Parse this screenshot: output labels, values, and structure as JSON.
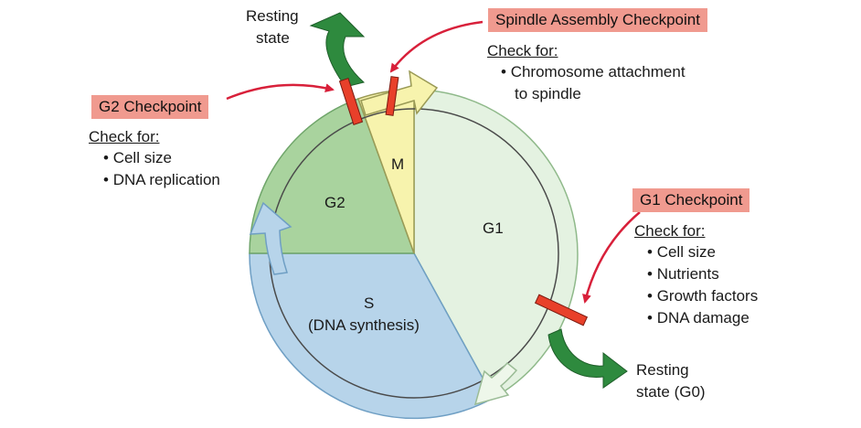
{
  "phases": {
    "m": "M",
    "g1": "G1",
    "g2": "G2",
    "s": "S",
    "s_sub": "(DNA synthesis)"
  },
  "resting_top": {
    "line1": "Resting",
    "line2": "state"
  },
  "resting_bottom": {
    "line1": "Resting",
    "line2": "state (G0)"
  },
  "g2_checkpoint": {
    "title": "G2 Checkpoint",
    "check_for": "Check for:",
    "items": [
      "Cell size",
      "DNA replication"
    ]
  },
  "spindle_checkpoint": {
    "title": "Spindle Assembly Checkpoint",
    "check_for": "Check for:",
    "items": [
      "Chromosome attachment",
      "to spindle"
    ]
  },
  "g1_checkpoint": {
    "title": "G1 Checkpoint",
    "check_for": "Check for:",
    "items": [
      "Cell size",
      "Nutrients",
      "Growth factors",
      "DNA damage"
    ]
  },
  "colors": {
    "g2_fill": "#a9d39e",
    "g1_fill": "#e4f2e1",
    "s_fill": "#b7d4ea",
    "m_fill": "#f7f3ad",
    "checkpoint_bar": "#e8402a",
    "pointer_arrow": "#d8203a",
    "resting_arrow": "#2e8a3e",
    "label_bg": "#f09a8f"
  }
}
